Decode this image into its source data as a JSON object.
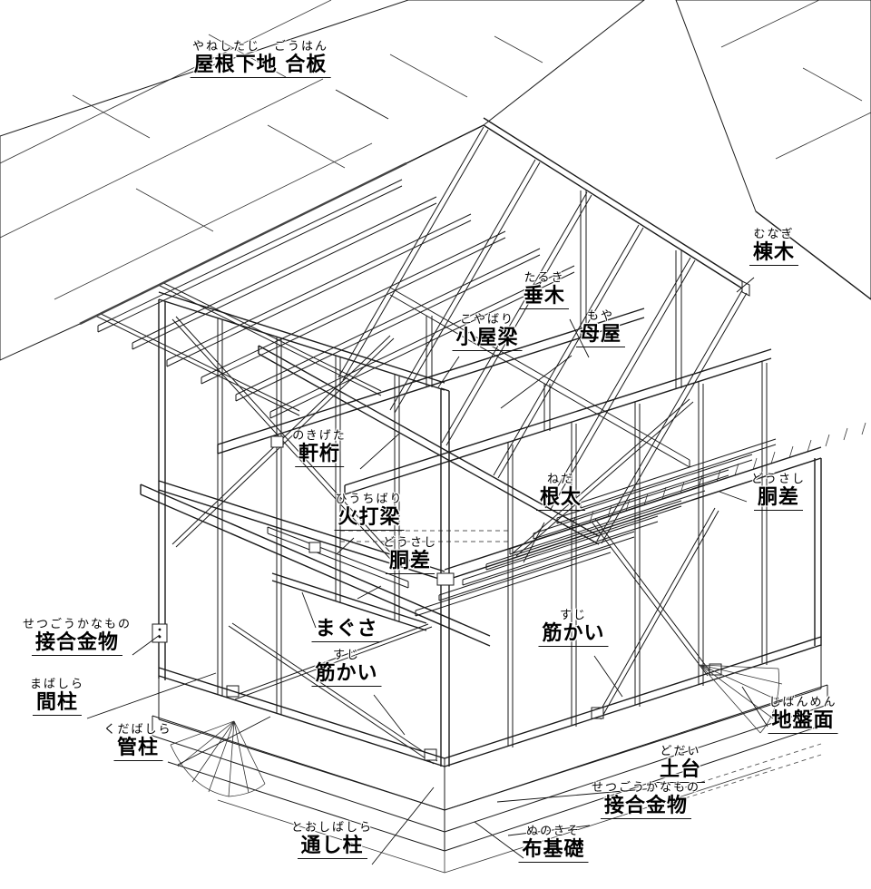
{
  "figure": {
    "background_color": "#ffffff",
    "line_color": "#1a1a1a",
    "text_color": "#000000"
  },
  "labels": [
    {
      "id": "yane-shitaji-gouhan",
      "furigana": "やねしたじ　ごうはん",
      "text": "屋根下地 合板"
    },
    {
      "id": "munagi",
      "furigana": "むなぎ",
      "text": "棟木"
    },
    {
      "id": "taruki",
      "furigana": "たるき",
      "text": "垂木"
    },
    {
      "id": "moya",
      "furigana": "もや",
      "text": "母屋"
    },
    {
      "id": "koyabari",
      "furigana": "こやばり",
      "text": "小屋梁"
    },
    {
      "id": "nokigeta",
      "furigana": "のきげた",
      "text": "軒桁"
    },
    {
      "id": "hiuchibari",
      "furigana": "ひうちばり",
      "text": "火打梁"
    },
    {
      "id": "dousashi-left",
      "furigana": "どうさし",
      "text": "胴差"
    },
    {
      "id": "neda",
      "furigana": "ねだ",
      "text": "根太"
    },
    {
      "id": "dousashi-right",
      "furigana": "どうさし",
      "text": "胴差"
    },
    {
      "id": "magusa",
      "text": "まぐさ"
    },
    {
      "id": "sujikai-left",
      "furigana": "すじ",
      "text": "筋かい"
    },
    {
      "id": "sujikai-right",
      "furigana": "すじ",
      "text": "筋かい"
    },
    {
      "id": "setsugou-kanamono-left",
      "furigana": "せつごうかなもの",
      "text": "接合金物"
    },
    {
      "id": "mabashira",
      "furigana": "まばしら",
      "text": "間柱"
    },
    {
      "id": "kudabashira",
      "furigana": "くだばしら",
      "text": "管柱"
    },
    {
      "id": "jibanmen",
      "furigana": "じばんめん",
      "text": "地盤面"
    },
    {
      "id": "dodai",
      "furigana": "どだい",
      "text": "土台"
    },
    {
      "id": "setsugou-kanamono-bottom",
      "furigana": "せつごうかなもの",
      "text": "接合金物"
    },
    {
      "id": "tooshibashira",
      "furigana": "とおしばしら",
      "text": "通し柱"
    },
    {
      "id": "nunokiso",
      "furigana": "ぬのきそ",
      "text": "布基礎"
    }
  ]
}
